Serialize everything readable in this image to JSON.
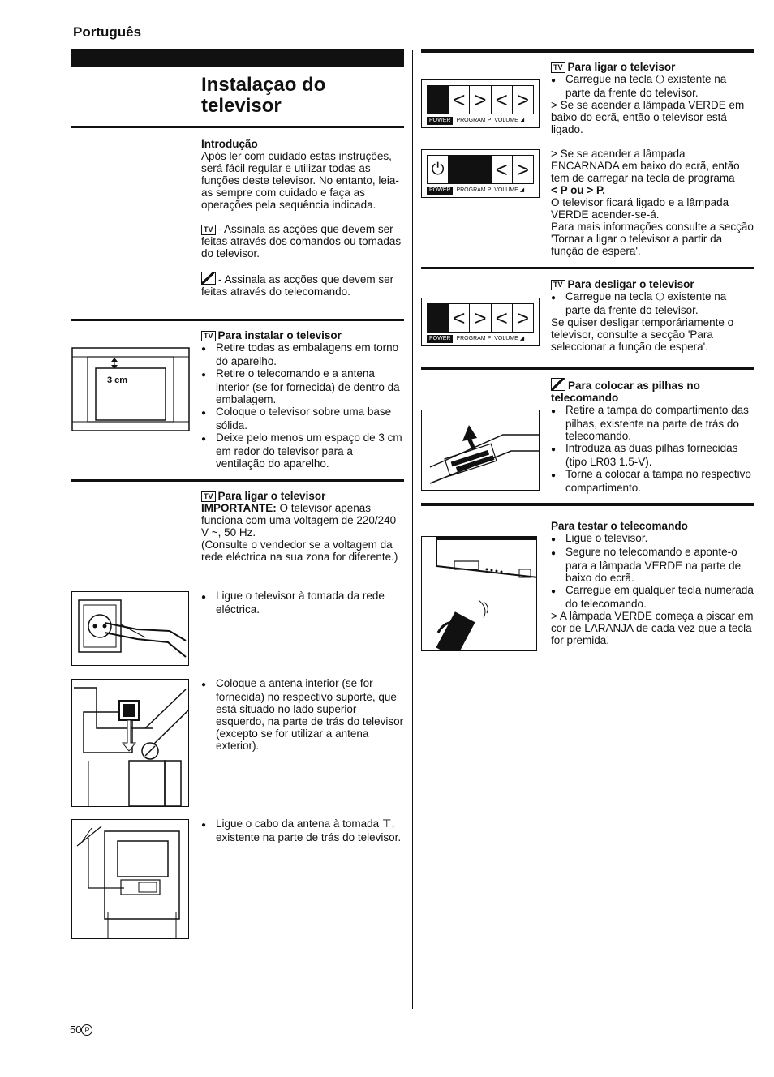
{
  "header": {
    "language": "Português"
  },
  "page": {
    "title": "Instalaçao do televisor",
    "number": "50",
    "number_mark": "P"
  },
  "icons": {
    "tv_label": "TV"
  },
  "intro": {
    "heading": "Introdução",
    "text": "Após ler com cuidado estas instruções, será fácil regular e utilizar todas as funções deste televisor. No entanto, leia-as sempre com cuidado e faça as operações pela sequência indicada.",
    "tv_note": "- Assinala as acções que devem ser feitas através dos comandos ou tomadas do televisor.",
    "remote_note": "- Assinala as acções que devem ser feitas através do telecomando."
  },
  "install": {
    "heading": "Para instalar o televisor",
    "b1": "Retire todas as embalagens em torno do aparelho.",
    "b2": "Retire o telecomando e a antena interior (se for fornecida) de dentro da embalagem.",
    "b3": "Coloque o televisor sobre uma base sólida.",
    "b4": "Deixe pelo menos um espaço de 3 cm em redor do televisor para a ventilação do aparelho.",
    "figure_label": "3 cm"
  },
  "connect": {
    "heading": "Para ligar o televisor",
    "important_label": "IMPORTANTE:",
    "important_text": " O televisor apenas funciona com uma voltagem de 220/240 V ~, 50 Hz.",
    "consult": "(Consulte o vendedor se a voltagem da rede eléctrica na sua zona for diferente.)",
    "b_mains": "Ligue o televisor à tomada da rede eléctrica.",
    "b_antenna": "Coloque a antena interior (se for fornecida) no respectivo suporte, que está situado no lado superior esquerdo, na parte de trás do televisor (excepto se for utilizar a antena exterior).",
    "b_cable": "Ligue o cabo da antena à tomada ⊤, existente na parte de trás do televisor."
  },
  "panel_labels": {
    "power": "POWER",
    "program": "PROGRAM P",
    "volume": "VOLUME ◢"
  },
  "switch_on": {
    "heading": "Para ligar o televisor",
    "b1": "Carregue na tecla ⏻ existente na parte da frente do televisor.",
    "a1": "Se se acender a lâmpada VERDE em baixo do ecrã, então o televisor está ligado.",
    "a2": "Se se acender a lâmpada ENCARNADA em baixo do ecrã, então tem de carregar na tecla de programa",
    "a2_keys": "< P ou > P.",
    "p1": "O televisor ficará ligado e a lâmpada VERDE acender-se-á.",
    "p2": "Para mais informações consulte a secção 'Tornar a ligar o televisor a partir da função de espera'."
  },
  "switch_off": {
    "heading": "Para desligar o televisor",
    "b1": "Carregue na tecla ⏻ existente na parte da frente do televisor.",
    "p1": "Se quiser desligar temporáriamente o televisor, consulte a secção 'Para seleccionar a função de espera'."
  },
  "batteries": {
    "heading": "Para colocar as pilhas no telecomando",
    "b1": "Retire a tampa do compartimento das pilhas, existente na parte de trás do telecomando.",
    "b2": "Introduza as duas pilhas fornecidas (tipo LR03 1.5-V).",
    "b3": "Torne a colocar a tampa no respectivo compartimento."
  },
  "test": {
    "heading": "Para testar o telecomando",
    "b1": "Ligue o televisor.",
    "b2": "Segure no telecomando e aponte-o para a lâmpada VERDE na parte de baixo do ecrã.",
    "b3": "Carregue em qualquer tecla numerada do telecomando.",
    "a1": "A lâmpada VERDE começa a piscar em cor de LARANJA de cada vez que a tecla for premida."
  }
}
